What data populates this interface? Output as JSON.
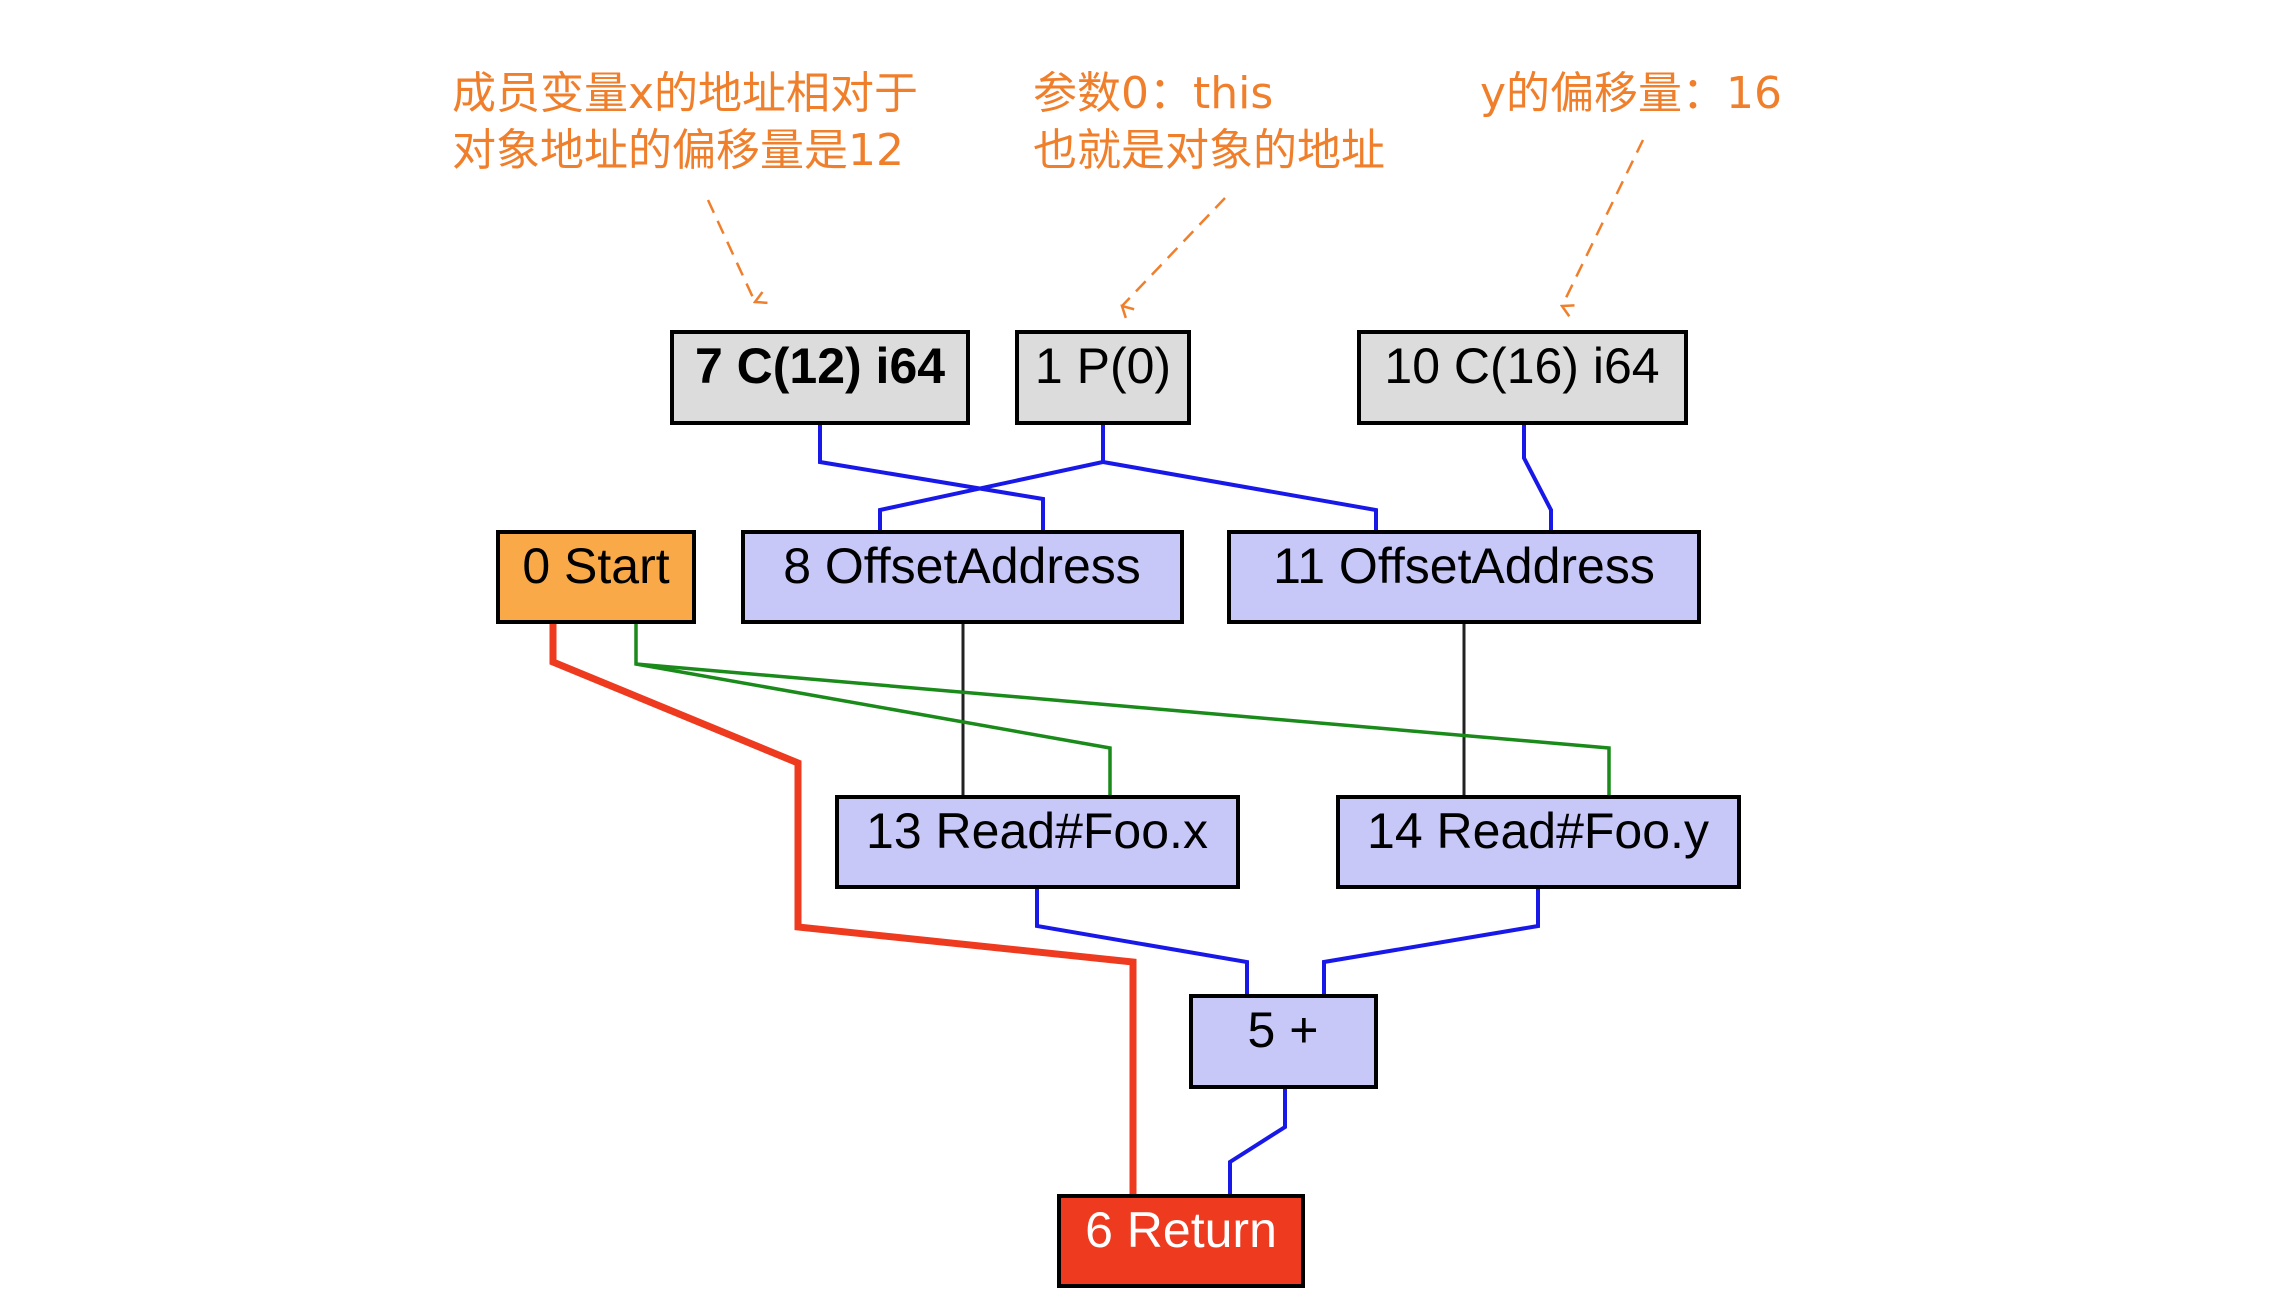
{
  "title": "Sea-of-nodes IR graph for reading Foo.x + Foo.y",
  "colors": {
    "annotation": "#f07f2c",
    "constant_node": "#dcdcdc",
    "start_node": "#f9a947",
    "op_node": "#c8c8f8",
    "return_node": "#ee3a1f",
    "value_edge": "#1818e8",
    "control_edge": "#1a8a1a",
    "effect_edge": "#222222",
    "return_edge": "#ee3a1f"
  },
  "annotations": [
    {
      "id": "note-offset-x",
      "lines": [
        "成员变量x的地址相对于",
        "对象地址的偏移量是12"
      ],
      "target": "n7"
    },
    {
      "id": "note-param-this",
      "lines": [
        "参数0：this",
        "也就是对象的地址"
      ],
      "target": "n1"
    },
    {
      "id": "note-offset-y",
      "lines": [
        "y的偏移量：16"
      ],
      "target": "n10"
    }
  ],
  "nodes": [
    {
      "id": "n7",
      "label": "7 C(12) i64",
      "kind": "constant",
      "bold": true
    },
    {
      "id": "n1",
      "label": "1 P(0)",
      "kind": "constant"
    },
    {
      "id": "n10",
      "label": "10 C(16) i64",
      "kind": "constant"
    },
    {
      "id": "n0",
      "label": "0 Start",
      "kind": "start"
    },
    {
      "id": "n8",
      "label": "8 OffsetAddress",
      "kind": "op"
    },
    {
      "id": "n11",
      "label": "11 OffsetAddress",
      "kind": "op"
    },
    {
      "id": "n13",
      "label": "13 Read#Foo.x",
      "kind": "op"
    },
    {
      "id": "n14",
      "label": "14 Read#Foo.y",
      "kind": "op"
    },
    {
      "id": "n5",
      "label": "5 +",
      "kind": "op"
    },
    {
      "id": "n6",
      "label": "6 Return",
      "kind": "return"
    }
  ],
  "edges": [
    {
      "from": "n7",
      "to": "n8",
      "type": "value"
    },
    {
      "from": "n1",
      "to": "n8",
      "type": "value"
    },
    {
      "from": "n1",
      "to": "n11",
      "type": "value"
    },
    {
      "from": "n10",
      "to": "n11",
      "type": "value"
    },
    {
      "from": "n8",
      "to": "n13",
      "type": "effect"
    },
    {
      "from": "n11",
      "to": "n14",
      "type": "effect"
    },
    {
      "from": "n0",
      "to": "n13",
      "type": "control"
    },
    {
      "from": "n0",
      "to": "n14",
      "type": "control"
    },
    {
      "from": "n0",
      "to": "n6",
      "type": "return"
    },
    {
      "from": "n13",
      "to": "n5",
      "type": "value"
    },
    {
      "from": "n14",
      "to": "n5",
      "type": "value"
    },
    {
      "from": "n5",
      "to": "n6",
      "type": "value"
    }
  ]
}
